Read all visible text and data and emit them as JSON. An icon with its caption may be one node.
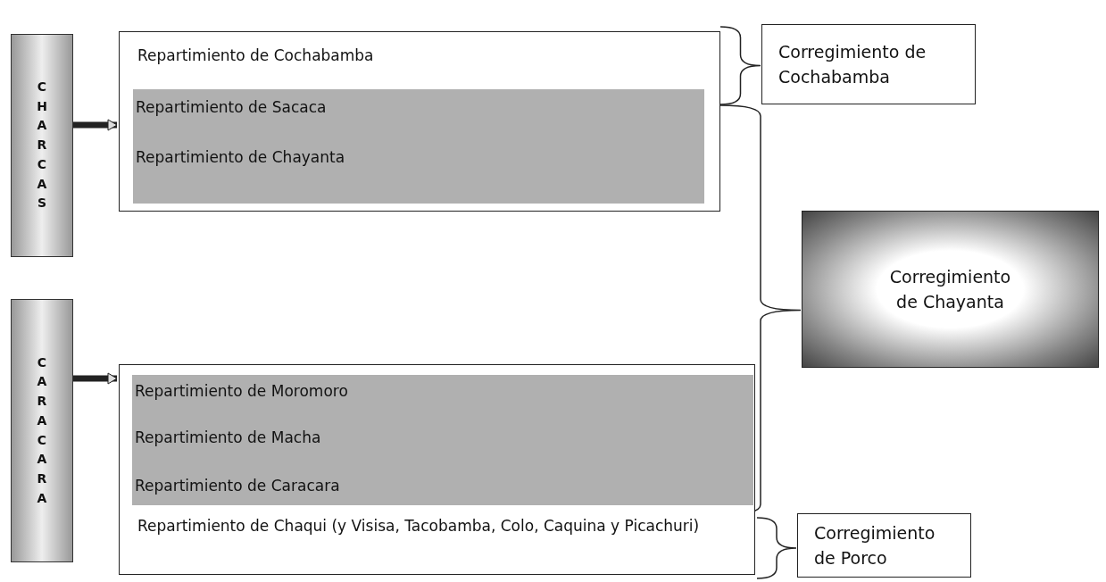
{
  "diagram": {
    "nodes": [
      {
        "text": [
          "CHARCAS"
        ]
      },
      {
        "text": [],
        "shape": "box"
      },
      {
        "text": [
          "Repartimiento de Cochabamba"
        ],
        "in": 1
      },
      {
        "text": [],
        "shape": "box",
        "in": 1
      },
      {
        "text": [
          "Repartimiento de Sacaca"
        ],
        "in": 3
      },
      {
        "text": [
          "Repartimiento de Chayanta"
        ],
        "in": 3
      },
      {
        "text": [
          "Corregimiento de Cochabamba"
        ]
      },
      {
        "text": [
          "CARACARA"
        ]
      },
      {
        "text": [
          "Corregimiento de Chayanta"
        ]
      },
      {
        "text": [],
        "shape": "box"
      },
      {
        "text": [],
        "shape": "box",
        "in": 9
      },
      {
        "text": [
          "Repartimiento de Moromoro"
        ],
        "in": 10
      },
      {
        "text": [
          "Repartimiento de Macha"
        ],
        "in": 10
      },
      {
        "text": [
          "Repartimiento de Caracara"
        ],
        "in": 10
      },
      {
        "text": [
          "Repartimiento de Chaqui (y Visisa, Tacobamba, Colo, Caquina y Picachuri)"
        ],
        "in": 9
      },
      {
        "text": [
          "Corregimiento de Porco"
        ]
      }
    ],
    "edges": [
      {
        "from": 0,
        "to": 1,
        "arrow": "to"
      },
      {
        "from": 7,
        "to": 9,
        "arrow": "to"
      }
    ]
  }
}
